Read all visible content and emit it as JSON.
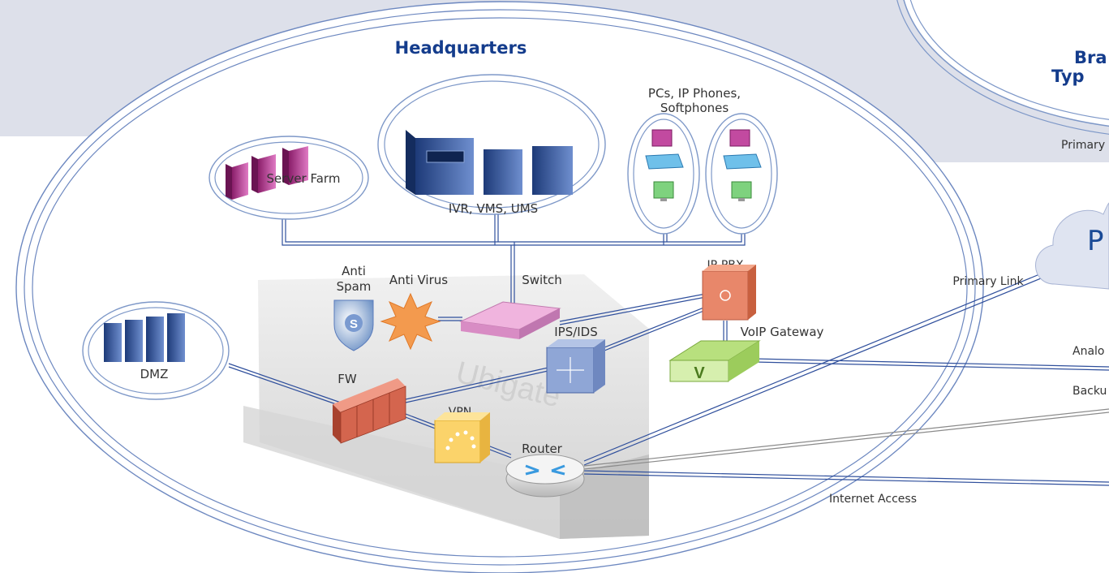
{
  "colors": {
    "background_band": "#dde0ea",
    "ring": "#5a7cbc",
    "link": "#2f4f9c",
    "title": "#143c8c"
  },
  "headquarters": {
    "title": "Headquarters"
  },
  "branch": {
    "title_line1": "Bra",
    "title_line2": "Typ",
    "primary_label": "Primary"
  },
  "cloud": {
    "text": "P"
  },
  "groups": {
    "server_farm": "Server Farm",
    "ivr": "IVR, VMS, UMS",
    "pcs_line1": "PCs, IP Phones,",
    "pcs_line2": "Softphones",
    "dmz": "DMZ"
  },
  "devices": {
    "anti_spam_line1": "Anti",
    "anti_spam_line2": "Spam",
    "anti_virus": "Anti Virus",
    "switch": "Switch",
    "ip_pbx": "IP-PBX",
    "voip_gateway": "VoIP Gateway",
    "ips_ids": "IPS/IDS",
    "fw": "FW",
    "vpn": "VPN",
    "router": "Router",
    "platform_watermark": "Ubigate",
    "voip_gateway_letter": "V",
    "anti_spam_letter": "S"
  },
  "links": {
    "primary_link": "Primary Link",
    "analog": "Analo",
    "backup": "Backu",
    "internet_access": "Internet Access"
  },
  "icons": [
    "server-icon",
    "phone-icon",
    "monitor-icon",
    "shield-icon",
    "star-icon",
    "firewall-icon",
    "router-icon",
    "switch-icon",
    "cloud-icon"
  ]
}
